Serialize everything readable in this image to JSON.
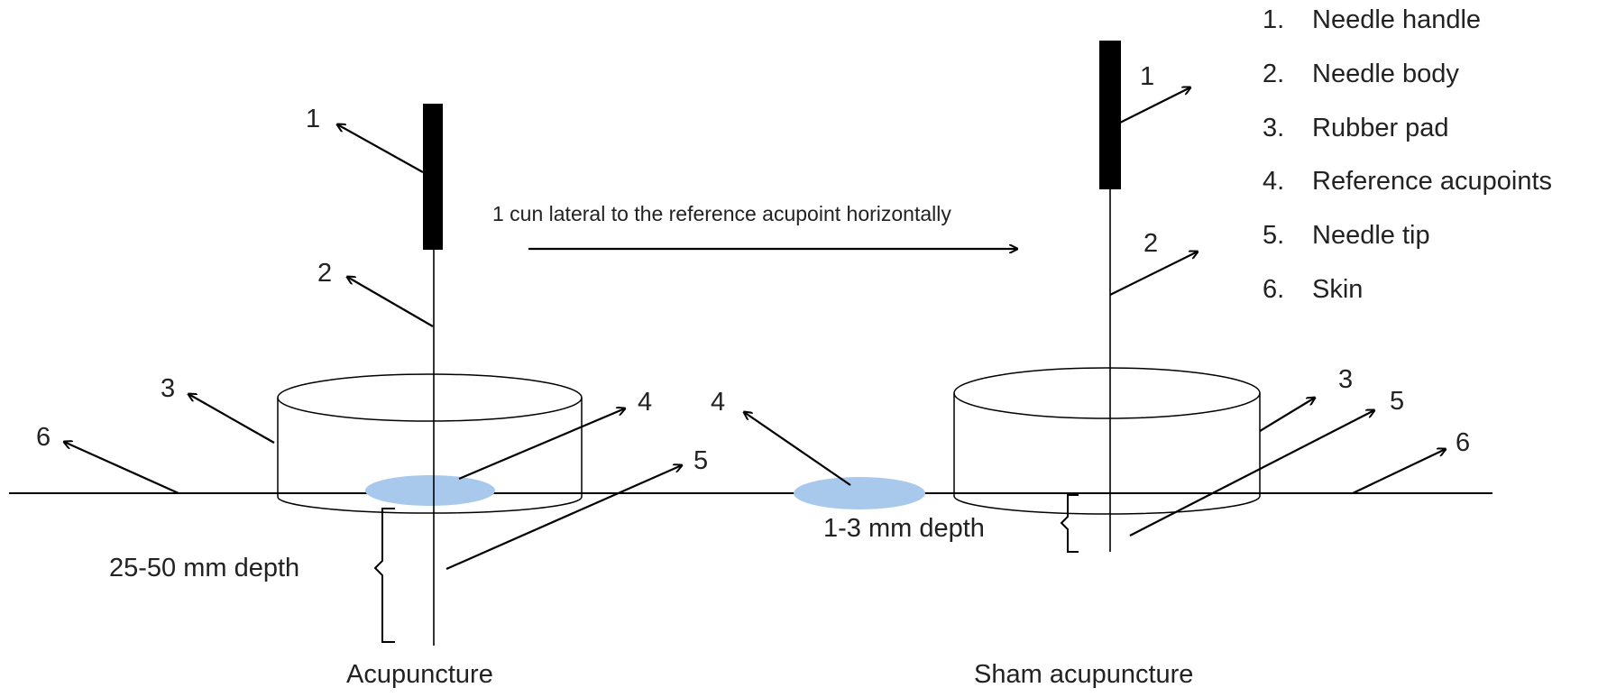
{
  "legend": [
    {
      "num": "1.",
      "label": "Needle handle"
    },
    {
      "num": "2.",
      "label": "Needle body"
    },
    {
      "num": "3.",
      "label": "Rubber pad"
    },
    {
      "num": "4.",
      "label": "Reference acupoints"
    },
    {
      "num": "5.",
      "label": "Needle tip"
    },
    {
      "num": "6.",
      "label": "Skin"
    }
  ],
  "left_panel": {
    "caption": "Acupuncture",
    "depth_label": "25-50 mm depth",
    "callouts": {
      "handle": "1",
      "body": "2",
      "pad": "3",
      "acupoint": "4",
      "tip": "5",
      "skin": "6"
    }
  },
  "right_panel": {
    "caption": "Sham acupuncture",
    "depth_label": "1-3 mm depth",
    "callouts": {
      "handle": "1",
      "body": "2",
      "pad": "3",
      "acupoint": "4",
      "tip": "5",
      "skin": "6"
    }
  },
  "shift_label": "1 cun lateral to the reference acupoint horizontally",
  "colors": {
    "acupoint": "#a9c9ec",
    "line": "#000000",
    "text": "#222222"
  }
}
